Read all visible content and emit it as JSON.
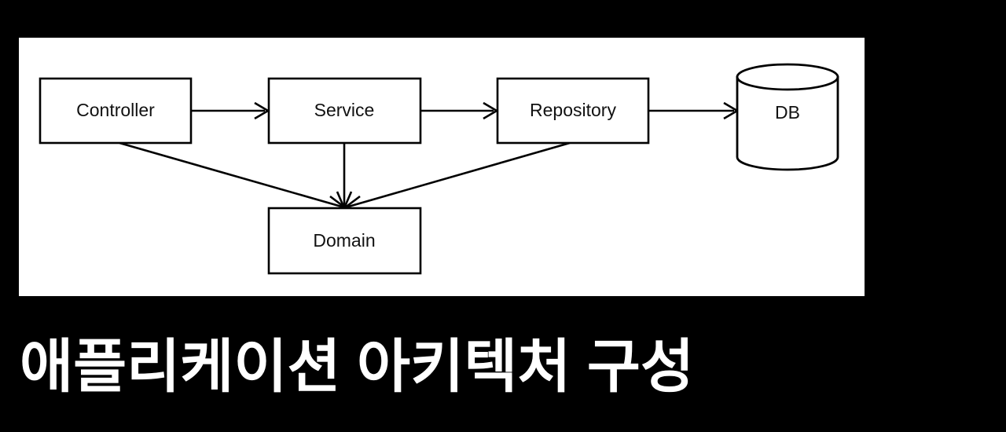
{
  "slide": {
    "background_color": "#000000",
    "caption": "애플리케이션 아키텍처 구성",
    "caption_color": "#ffffff"
  },
  "diagram": {
    "panel_color": "#ffffff",
    "stroke_color": "#000000",
    "nodes": [
      {
        "id": "controller",
        "label": "Controller",
        "shape": "rectangle"
      },
      {
        "id": "service",
        "label": "Service",
        "shape": "rectangle"
      },
      {
        "id": "repository",
        "label": "Repository",
        "shape": "rectangle"
      },
      {
        "id": "db",
        "label": "DB",
        "shape": "cylinder"
      },
      {
        "id": "domain",
        "label": "Domain",
        "shape": "rectangle"
      }
    ],
    "edges": [
      {
        "from": "controller",
        "to": "service",
        "style": "arrow"
      },
      {
        "from": "service",
        "to": "repository",
        "style": "arrow"
      },
      {
        "from": "repository",
        "to": "db",
        "style": "arrow"
      },
      {
        "from": "controller",
        "to": "domain",
        "style": "arrow"
      },
      {
        "from": "service",
        "to": "domain",
        "style": "arrow"
      },
      {
        "from": "repository",
        "to": "domain",
        "style": "arrow"
      }
    ]
  }
}
